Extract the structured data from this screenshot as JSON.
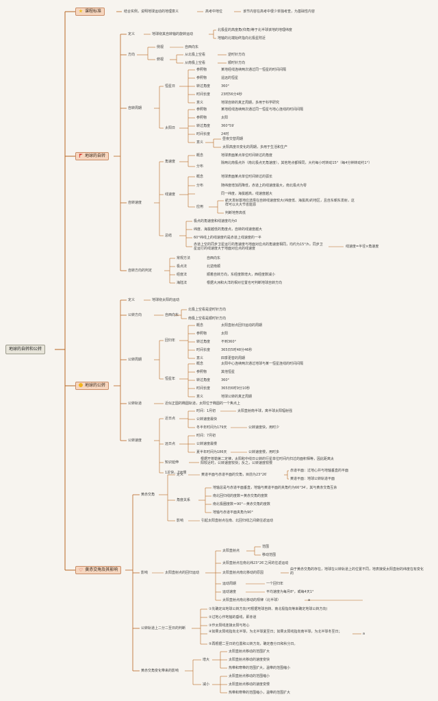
{
  "diagram": {
    "root": "地球的自转和公转",
    "branches": {
      "kebiao": {
        "title": "课程标准",
        "items": [
          "结合实例，说明地球运动的地理意义",
          "高考中地位",
          "该节内容在高考中很少单独考查，为基础性内容"
        ]
      },
      "zizhuan": {
        "title": "地球的自转",
        "dingyi": {
          "label": "定义",
          "text": "地球绕其自转轴的旋转运动",
          "notes": [
            "北极星的高度角(仰角)等于北半球该地的地理纬度",
            "地轴的北端始终指向北极星附近"
          ]
        },
        "fangxiang": {
          "label": "方向",
          "cemian": "侧视",
          "cemian_val": "自西向东",
          "fushi": "俯视",
          "beiji": "从北极上空看",
          "beiji_val": "逆时针方向",
          "nanji": "从南极上空看",
          "nanji_val": "顺时针方向"
        },
        "zhouqi": {
          "label": "自转周期",
          "hengxing": {
            "label": "恒星日",
            "rows": [
              [
                "参照物",
                "某地经线连续两次通过同一恒星的时间间隔"
              ],
              [
                "参照物",
                "遥远的恒星"
              ],
              [
                "转过角度",
                "360°"
              ],
              [
                "时间长度",
                "23时56分4秒"
              ],
              [
                "意义",
                "地球自转的真正周期，多用于科学研究"
              ]
            ]
          },
          "taiyang": {
            "label": "太阳日",
            "rows": [
              [
                "参照物",
                "某地经线连续两次通过同一恒星与地心连线的时间间隔"
              ],
              [
                "参照物",
                "太阳"
              ],
              [
                "转过角度",
                "360°59′"
              ],
              [
                "时间长度",
                "24时"
              ],
              [
                "意义",
                ""
              ]
            ],
            "yiyi": [
              "昼夜交替周期",
              "太阳高度日变化的周期，多用于生活和生产"
            ]
          }
        },
        "sudu": {
          "label": "自转速度",
          "jiao": {
            "label": "角速度",
            "rows": [
              [
                "概念",
                "地球表面某点单位时间转过的角度"
              ],
              [
                "分布",
                "除两北南极点外（南北极点无角速度），其他地点都相同，大约每小时转动15°（每4分钟转动约1°）"
              ]
            ]
          },
          "xian": {
            "label": "线速度",
            "rows": [
              [
                "概念",
                "地球表面某点单位时间转过的弧长"
              ],
              [
                "分布",
                "随纬度增加而降低，赤道上的线速度最大，南北极点为零"
              ]
            ],
            "tongyi": "同一纬度，海拔越高，线速度越大",
            "yingyong": "应用",
            "ying_items": [
              "航天发射基地应选择在自转线速度较大(纬度低、海拔高)的地区，且自东朝东发射，这样可以大大节省能源",
              "判断地势高低"
            ]
          },
          "zongjie": {
            "label": "总结",
            "items": [
              "极点的角速度和线速度均为0",
              "纬度、海拔越低的角度点，自转的线速度越大",
              "60°纬线上的线速度约是赤道上线速度的一半",
              "赤道上空的同步卫星运行的角速度与地面对应点的角速度相同，均约为15°/h，同步卫星运行的线速度大于地面对应点的线速度"
            ],
            "formula": "线速度=半径×角速度"
          }
        },
        "panding": {
          "label": "自转方向的判定",
          "rows": [
            [
              "常规方法",
              "自西向东"
            ],
            [
              "极点法",
              "北逆南顺"
            ],
            [
              "经度法",
              "顺着自转方向，东经度数增大，西经度数减小"
            ],
            [
              "海陆法",
              "根据大洲和大洋的相对位置也可判断地球自转方向"
            ]
          ]
        }
      },
      "gongzhuan": {
        "title": "地球的公转",
        "dingyi": {
          "label": "定义",
          "text": "地球绕太阳的运动"
        },
        "fangxiang": {
          "label": "公转方向",
          "sub": "自西向东",
          "items": [
            "北极上空看是逆时针方向",
            "南极上空看是顺时针方向"
          ]
        },
        "zhouqi": {
          "label": "公转周期",
          "huigui": {
            "label": "回归年",
            "rows": [
              [
                "概念",
                "太阳直射点回归运动的周期"
              ],
              [
                "参照物",
                "太阳"
              ],
              [
                "转过角度",
                "不到360°"
              ],
              [
                "时间长度",
                "365日5时48分46秒"
              ],
              [
                "意义",
                "四季更替的周期"
              ]
            ]
          },
          "hengxing": {
            "label": "恒星年",
            "rows": [
              [
                "概念",
                "太阳中心连续两次通过地球与某一恒星连线的时间间隔"
              ],
              [
                "参照物",
                "其他恒星"
              ],
              [
                "转过角度",
                "360°"
              ],
              [
                "时间长度",
                "365日6时9分10秒"
              ],
              [
                "意义",
                "地球公转的真正周期"
              ]
            ]
          }
        },
        "guidao": {
          "label": "公转轨道",
          "text": "近似正圆的椭圆轨道，太阳位于椭圆的一个焦点上"
        },
        "sudu": {
          "label": "公转速度",
          "jinri": {
            "label": "近日点",
            "items": [
              "时间：1月初",
              "公转速度最快",
              "冬半年时间为179天"
            ],
            "note1": "太阳直射南半球，离半球太阳辐射强",
            "note2": "公转速度快，用时少"
          },
          "yuanri": {
            "label": "远日点",
            "items": [
              "时间：7月初",
              "公转速度最慢",
              "夏半年时间为186天"
            ],
            "note2": "公转速度慢，用时多"
          },
          "yanshen": {
            "label": "知识延伸",
            "text": "根据开普勒第二定律，太阳和中线日公转的行星单位时间内扫过的面积相等，因此距离太阳较近时，公转速度较快；反之，公转速度较慢"
          },
          "xiao": "1近快，7远慢"
        }
      },
      "huangchi": {
        "title": "黄赤交角及其影响",
        "jiaojiao": {
          "label": "黄赤交角",
          "dingyi": "定义",
          "def_text": "黄道平面与赤道平面的交角，目前为23°26′",
          "def_notes": [
            "赤道平面：过地心并与地轴垂直的平面",
            "黄道平面：地球公转轨道平面"
          ],
          "guanxi": "角度关系",
          "items": [
            "地轴总是与赤道平面垂直，地轴与黄道平面的夹角约为66°34′，其与黄赤交角互余",
            "南北回归线的度数＝黄赤交角的度数",
            "南北极圈度数＝90°－黄赤交角的度数",
            "地轴与赤道平面夹角为90°"
          ],
          "yingxiang_label": "影响",
          "yingxiang": "引起太阳直射点在南、北回归线之间做往返运动"
        },
        "zhishe": {
          "label": "太阳直射点的回归运动",
          "yingxiang_label": "影响",
          "fanwei": "太阳直射点",
          "fanwei_items": [
            "范围",
            "移动范围"
          ],
          "fanwei_text": "太阳直射点在南北纬23°26′之间的往返运动",
          "yuanyin_label": "太阳直射点南北移动的原因",
          "yuanyin": "由于黄赤交角的存在，地球在公转轨道上的位置不同，地表接受太阳直射的纬度在有变化的",
          "rows": [
            [
              "运动周期",
              "一个回归年"
            ],
            [
              "运动速度",
              "平均速度为每月8°，或每4天1°"
            ],
            [
              "太阳直射点南北移动的规律（北半球）",
              "a"
            ]
          ]
        },
        "panduan": {
          "label": "公转轨道上二分二至日的判断",
          "items": [
            "①先确定出地球公转方向(可根据地球自转、南北极指向等来确定地球公转方向)",
            "②过地心作地轴的垂线，即赤道",
            "③作太阳线连接太阳与地心",
            "④如果太阳线指向北半球，为北半球夏至日；如果太阳线指向南半球，为北半球冬至日；",
            "⑤再根据二至日的位置和公转方向，确定春分日和秋分日。"
          ],
          "side": "a"
        },
        "bianhua": {
          "label": "黄赤交角变化带来的影响",
          "zeng": {
            "label": "增大",
            "items": [
              "太阳直射点移动的范围扩大",
              "太阳直射点移动的速度变快",
              "热带和寒带的范围扩大，温带的范围缩小"
            ]
          },
          "jian": {
            "label": "减小",
            "items": [
              "太阳直射点移动的范围缩小",
              "太阳直射点移动的速度变慢",
              "热带和寒带的范围缩小，温带的范围扩大"
            ]
          }
        }
      }
    }
  },
  "colors": {
    "line": "#b7651f",
    "box_fill": "#f6d6bf",
    "box_border": "#c98c66",
    "background": "#f7f4ef"
  },
  "icons": {
    "kebiao": "star-icon",
    "zizhuan": "flag-icon",
    "gongzhuan": "sun-icon",
    "huangchi": "heart-icon"
  }
}
